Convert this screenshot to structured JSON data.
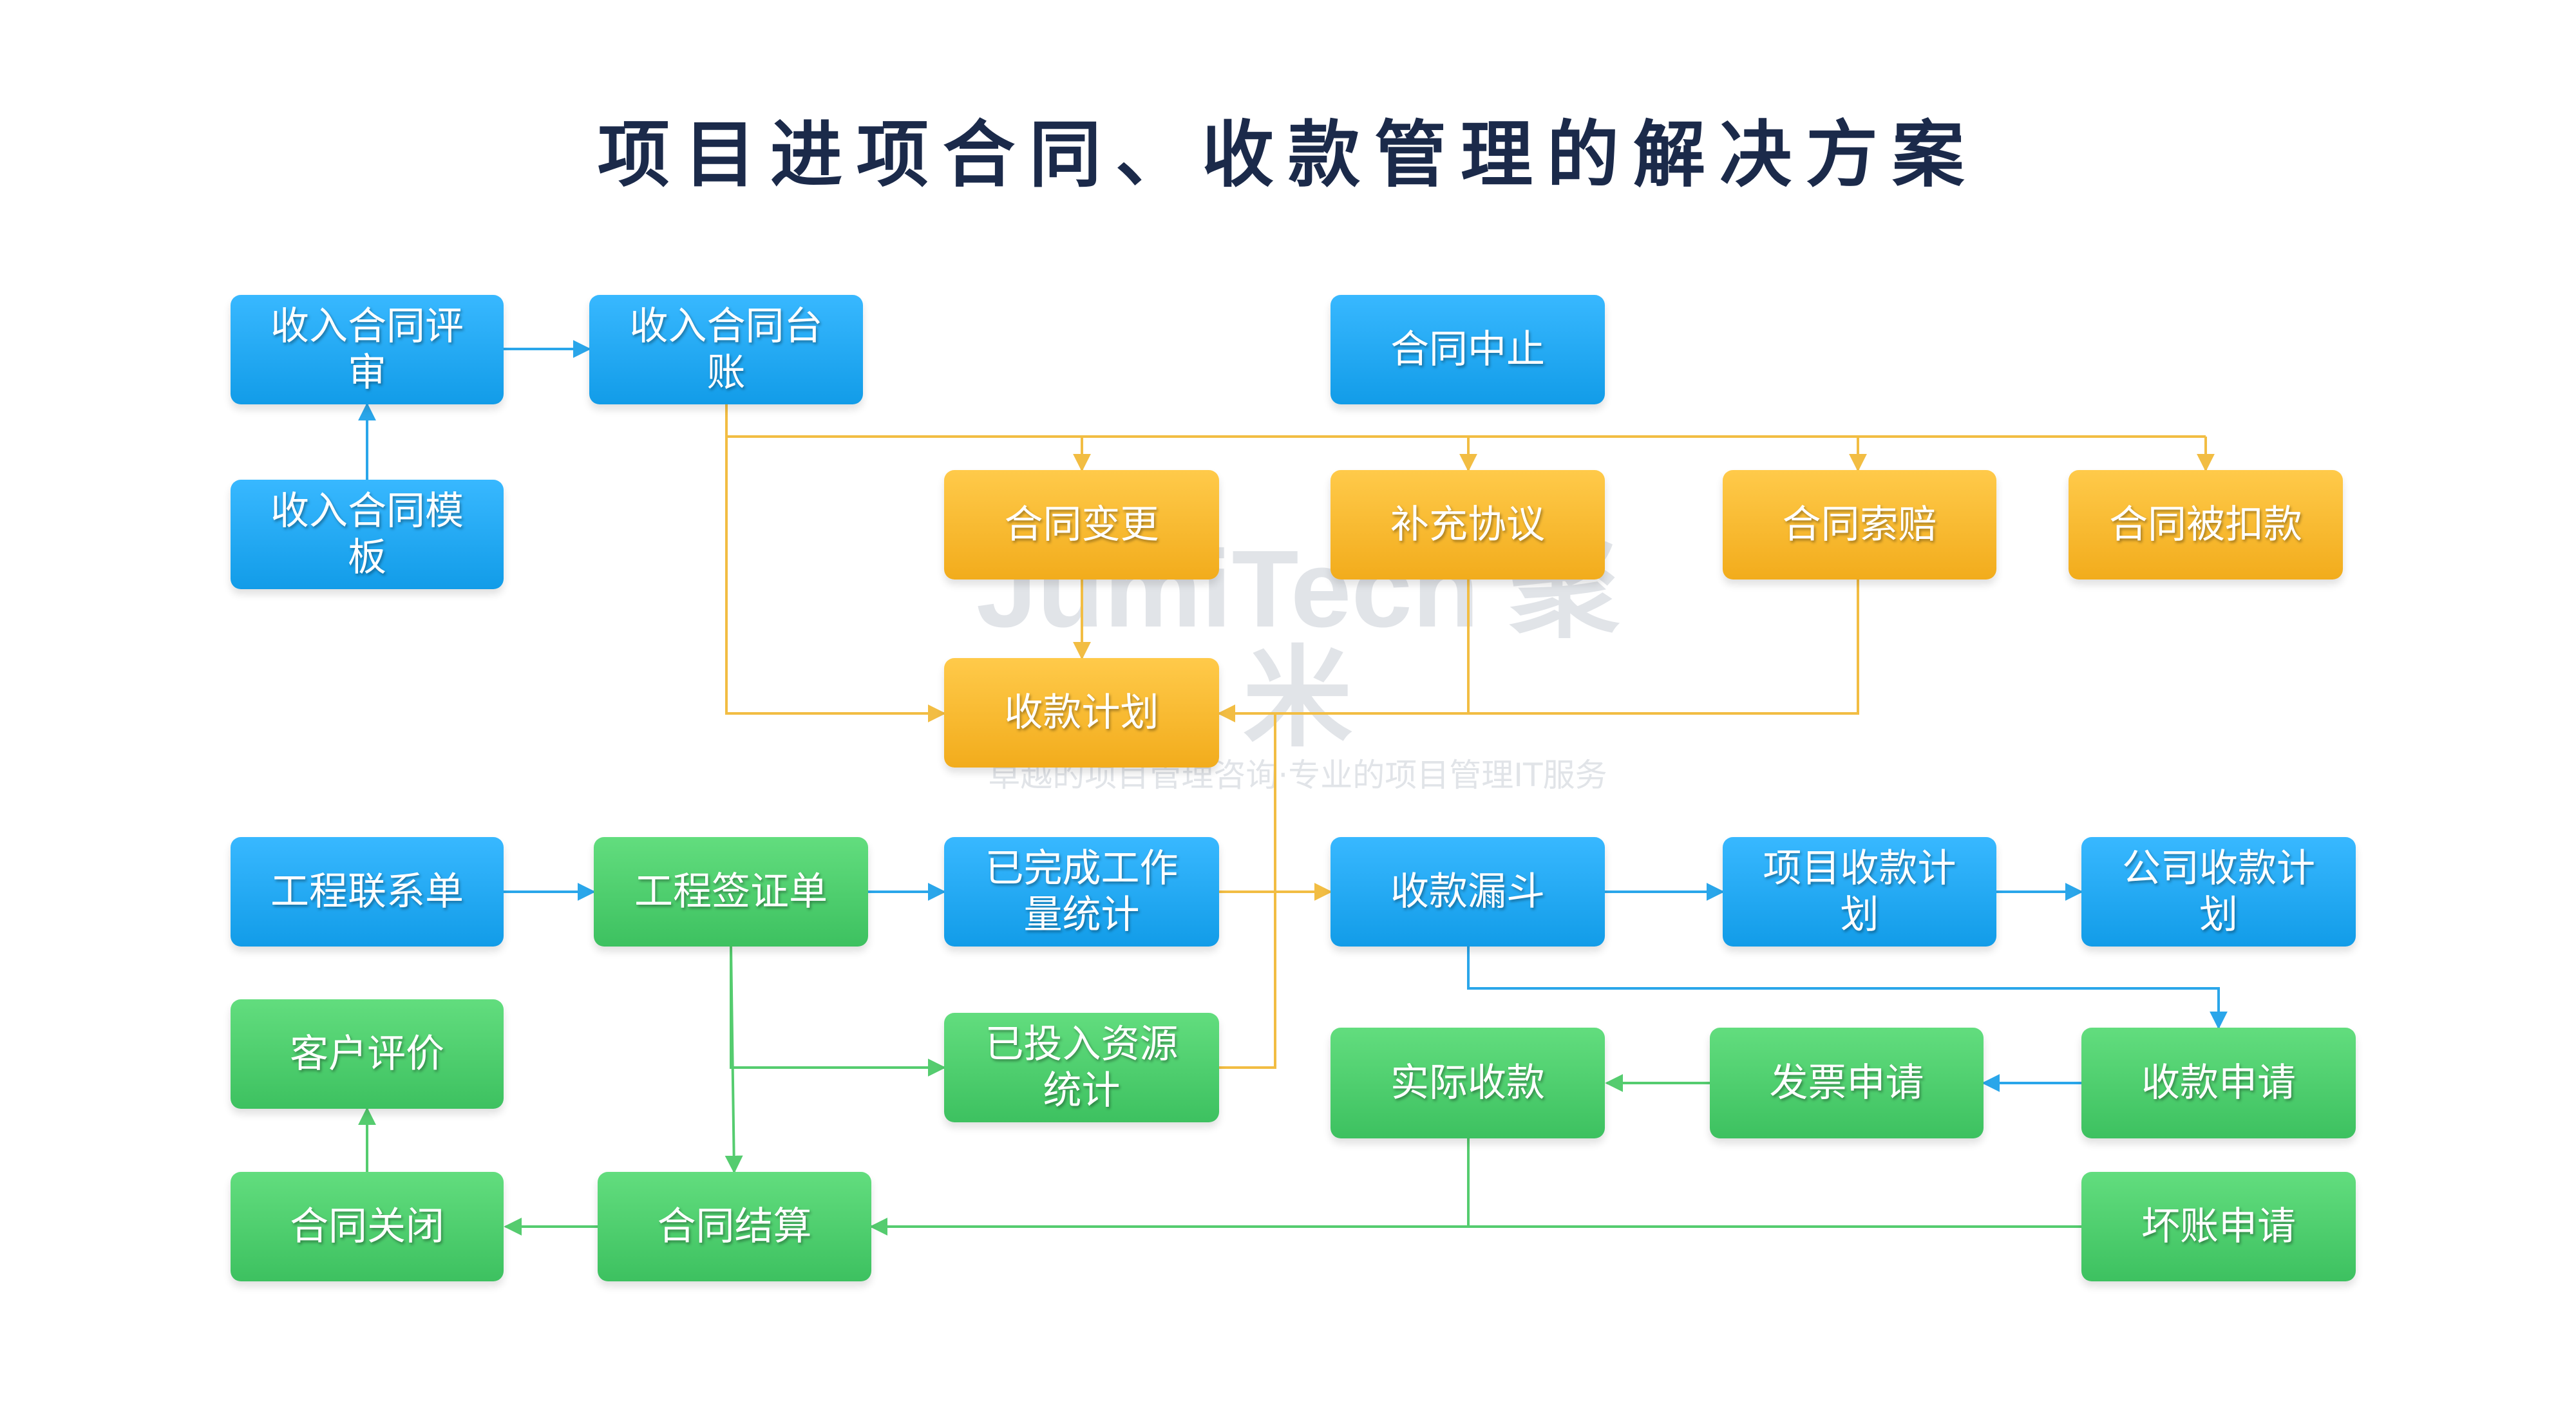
{
  "title": "项目进项合同、收款管理的解决方案",
  "watermark": {
    "brand": "JumiTech 聚米",
    "tagline": "卓越的项目管理咨询·专业的项目管理IT服务"
  },
  "colors": {
    "blue": "#1ea8f2",
    "gold": "#f7b52c",
    "green": "#4ccf6c",
    "connector_gold": "#f2bd43",
    "connector_blue": "#2aa6ea",
    "connector_green": "#55cc6f"
  },
  "nodes": {
    "review": "收入合同评审",
    "ledger": "收入合同台账",
    "suspend": "合同中止",
    "template": "收入合同模板",
    "change": "合同变更",
    "supplement": "补充协议",
    "claim": "合同索赔",
    "deduct": "合同被扣款",
    "plan": "收款计划",
    "contact": "工程联系单",
    "visa": "工程签证单",
    "completed": "已完成工作量统计",
    "funnel": "收款漏斗",
    "proj_plan": "项目收款计划",
    "corp_plan": "公司收款计划",
    "evaluation": "客户评价",
    "invested": "已投入资源统计",
    "actual": "实际收款",
    "invoice": "发票申请",
    "apply": "收款申请",
    "close": "合同关闭",
    "settle": "合同结算",
    "baddebt": "坏账申请"
  }
}
